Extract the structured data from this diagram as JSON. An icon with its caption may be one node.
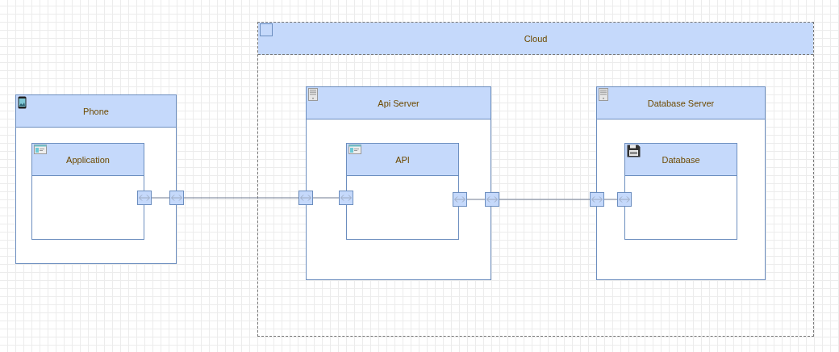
{
  "diagram": {
    "nodes": [
      {
        "text": [
          "Phone"
        ]
      },
      {
        "text": [
          "Application"
        ],
        "in": 0
      },
      {
        "text": [
          "Cloud"
        ]
      },
      {
        "text": [
          "Api Server"
        ],
        "in": 2
      },
      {
        "text": [
          "API"
        ],
        "in": 3
      },
      {
        "text": [
          "Database Server"
        ],
        "in": 2
      },
      {
        "text": [
          "Database"
        ],
        "in": 5
      },
      {
        "text": [],
        "shape": "box",
        "in": 0
      },
      {
        "text": [],
        "shape": "box"
      },
      {
        "text": [],
        "shape": "box",
        "in": 2
      },
      {
        "text": [],
        "shape": "box",
        "in": 3
      },
      {
        "text": [],
        "shape": "box",
        "in": 3
      },
      {
        "text": [],
        "shape": "box",
        "in": 2
      },
      {
        "text": [],
        "shape": "box",
        "in": 2
      },
      {
        "text": [],
        "shape": "box",
        "in": 5
      }
    ],
    "edges": [
      {
        "from": 7,
        "to": 8,
        "arrow": "none"
      },
      {
        "from": 8,
        "to": 9,
        "arrow": "none"
      },
      {
        "from": 9,
        "to": 10,
        "arrow": "none"
      },
      {
        "from": 11,
        "to": 12,
        "arrow": "none"
      },
      {
        "from": 12,
        "to": 13,
        "arrow": "none"
      },
      {
        "from": 13,
        "to": 14,
        "arrow": "none"
      }
    ]
  }
}
